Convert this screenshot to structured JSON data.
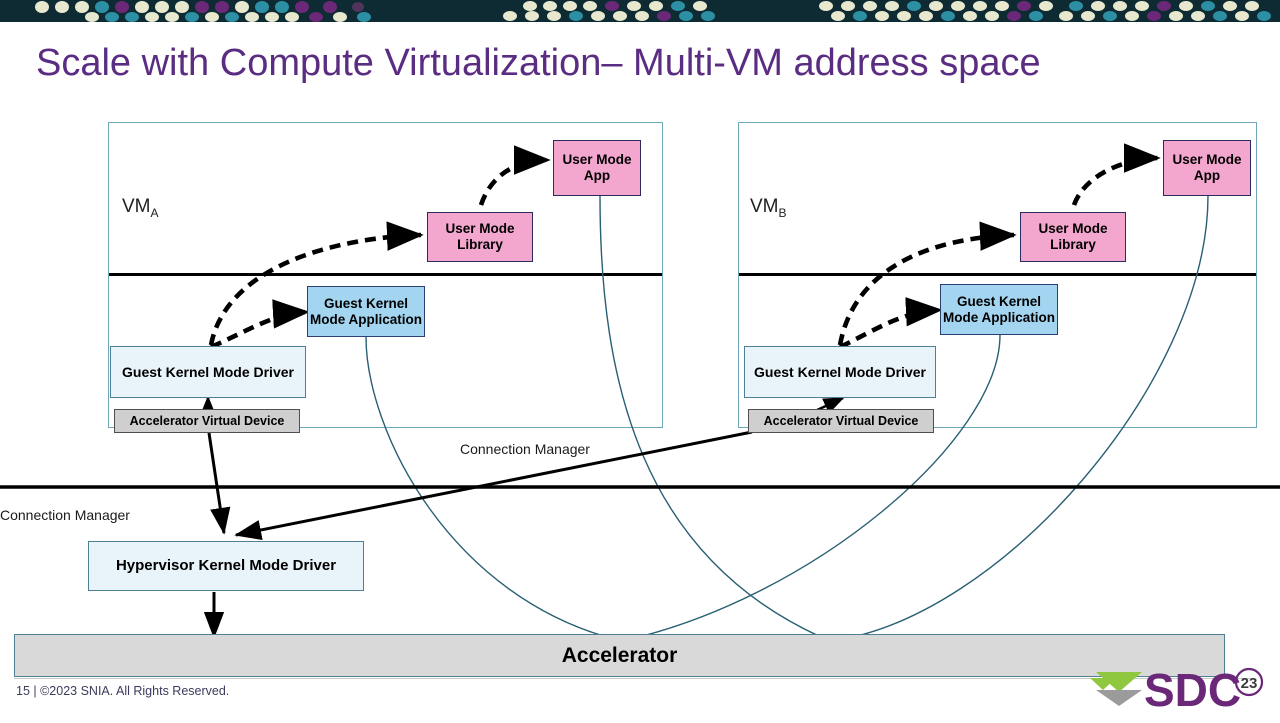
{
  "slide": {
    "title": "Scale with Compute Virtualization– Multi-VM address space",
    "number": "15",
    "footer": "15 | ©2023 SNIA. All Rights Reserved.",
    "title_color": "#5b2d82"
  },
  "header": {
    "band_color": "#0e2b33",
    "dot_colors": [
      "#e8e8cf",
      "#2c8fa3",
      "#6b2878",
      "#b9b98f"
    ]
  },
  "diagram": {
    "vm_a": {
      "label": "VM",
      "label_sub": "A",
      "user_mode_app": "User Mode App",
      "user_mode_library": "User Mode Library",
      "guest_kernel_mode_application": "Guest Kernel Mode Application",
      "guest_kernel_mode_driver": "Guest Kernel Mode Driver",
      "accelerator_virtual_device": "Accelerator Virtual Device"
    },
    "vm_b": {
      "label": "VM",
      "label_sub": "B",
      "user_mode_app": "User Mode App",
      "user_mode_library": "User Mode Library",
      "guest_kernel_mode_application": "Guest Kernel Mode Application",
      "guest_kernel_mode_driver": "Guest Kernel Mode Driver",
      "accelerator_virtual_device": "Accelerator Virtual Device"
    },
    "connection_manager_inner": "Connection Manager",
    "connection_manager_outer": "Connection Manager",
    "hypervisor_kernel_mode_driver": "Hypervisor Kernel Mode Driver",
    "accelerator": "Accelerator",
    "colors": {
      "pink_box": "#f3a6ce",
      "blue_box": "#a3d4f0",
      "pale_box": "#e9f3fa",
      "grey_box": "#cfcfcf",
      "accelerator_bar": "#d9d9d9",
      "curve_line": "#2a5f73",
      "vm_border": "#6fa8bb"
    }
  },
  "logo": {
    "text": "SDC",
    "badge": "23",
    "purple": "#6b2878",
    "green": "#8fc73e",
    "grey": "#9b9b9b"
  }
}
